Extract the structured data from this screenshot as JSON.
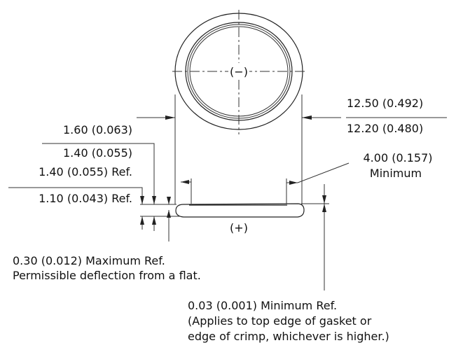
{
  "top_view": {
    "polarity_label": "(−)"
  },
  "side_view": {
    "polarity_label": "(+)"
  },
  "dimensions": {
    "diameter_max": "12.50 (0.492)",
    "diameter_min": "12.20 (0.480)",
    "height_max": "1.60 (0.063)",
    "height_min": "1.40 (0.055)",
    "ref_max": "1.40 (0.055) Ref.",
    "ref_min": "1.10 (0.043) Ref.",
    "contact_min_line1": "4.00 (0.157)",
    "contact_min_line2": "Minimum",
    "deflection_line1": "0.30 (0.012) Maximum Ref.",
    "deflection_line2": "Permissible deflection from a flat.",
    "gasket_line1": "0.03 (0.001) Minimum Ref.",
    "gasket_line2": "(Applies to top edge of gasket or",
    "gasket_line3": "edge of crimp, whichever is higher.)"
  }
}
